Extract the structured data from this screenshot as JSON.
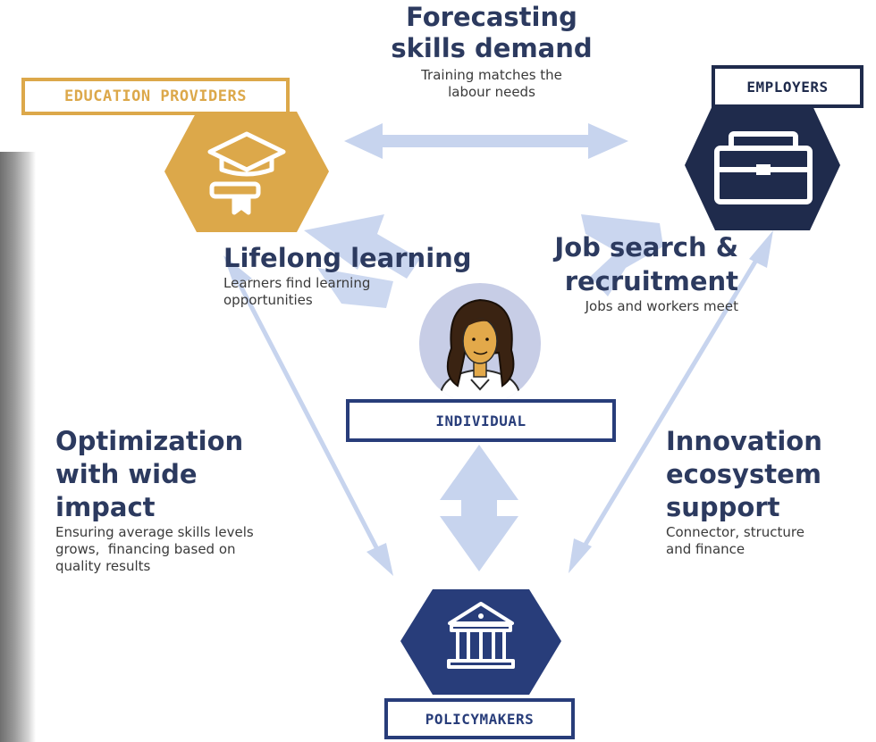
{
  "labels": {
    "education": "EDUCATION PROVIDERS",
    "employers": "EMPLOYERS",
    "individual": "INDIVIDUAL",
    "policymakers": "POLICYMAKERS"
  },
  "forecasting": {
    "title_line1": "Forecasting",
    "title_line2": "skills demand",
    "desc_line1": "Training matches the",
    "desc_line2": "labour needs"
  },
  "lifelong": {
    "title": "Lifelong learning",
    "desc_line1": "Learners find learning",
    "desc_line2": "opportunities"
  },
  "jobsearch": {
    "title_line1": "Job search &",
    "title_line2": "recruitment",
    "desc": "Jobs and workers meet"
  },
  "optimization": {
    "title_line1": "Optimization",
    "title_line2": "with wide",
    "title_line3": "impact",
    "desc_line1": "Ensuring average skills levels",
    "desc_line2": "grows,  financing based on",
    "desc_line3": "quality results"
  },
  "innovation": {
    "title_line1": "Innovation",
    "title_line2": "ecosystem",
    "title_line3": "support",
    "desc_line1": "Connector, structure",
    "desc_line2": "and finance"
  },
  "colors": {
    "gold": "#dca84a",
    "navy": "#1f2b4c",
    "blue": "#283d7a",
    "arrow": "#c7d4ee",
    "text": "#2c3a5f"
  },
  "icons": {
    "education": "graduation-cap-icon",
    "employers": "briefcase-icon",
    "individual": "person-avatar",
    "policymakers": "government-building-icon"
  }
}
